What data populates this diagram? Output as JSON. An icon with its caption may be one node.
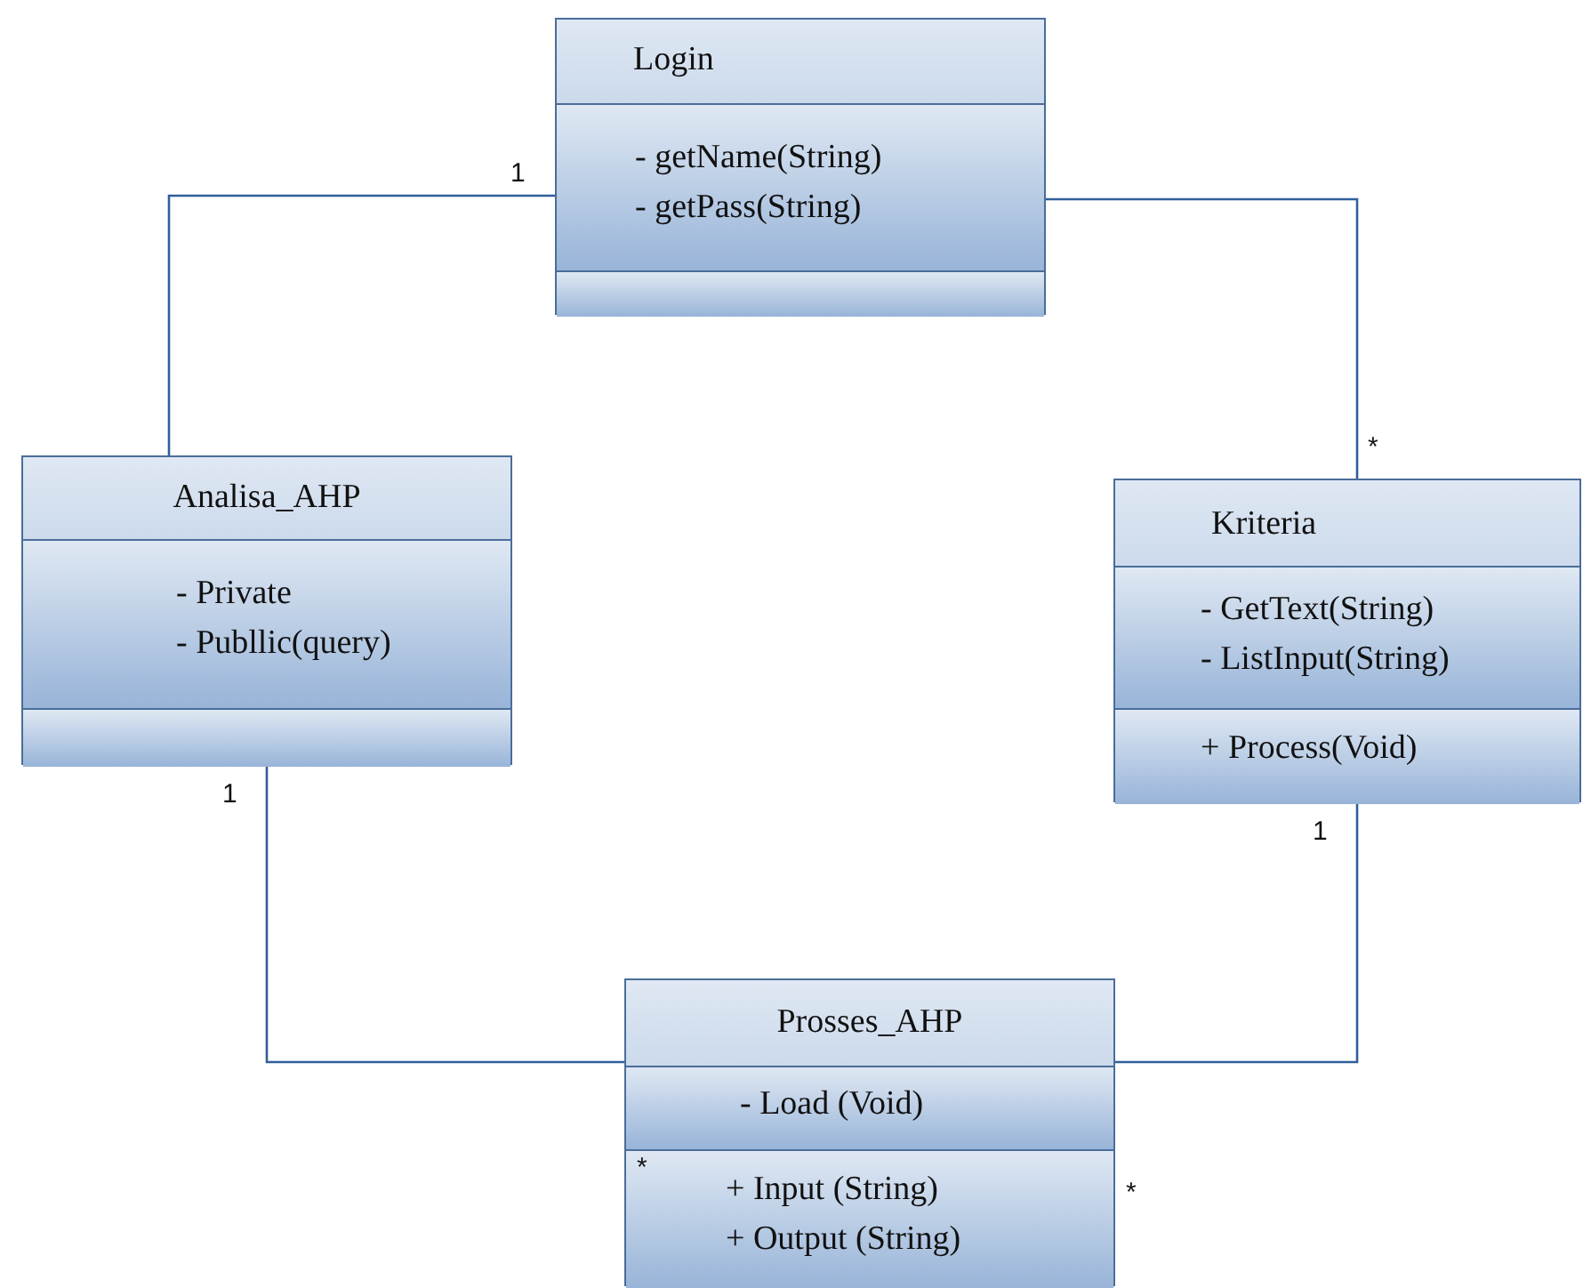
{
  "diagram": {
    "nodes": [
      {
        "text": [
          "Login"
        ]
      },
      {
        "text": [
          "- getName(String)",
          "- getPass(String)"
        ],
        "in": 0
      },
      {
        "text": [],
        "shape": "box",
        "in": 0
      },
      {
        "text": [
          "Analisa_AHP"
        ]
      },
      {
        "text": [
          "- Private",
          "- Publlic(query)"
        ],
        "in": 3
      },
      {
        "text": [],
        "shape": "box",
        "in": 3
      },
      {
        "text": [
          "Kriteria"
        ]
      },
      {
        "text": [
          "- GetText(String)",
          "- ListInput(String)"
        ],
        "in": 6
      },
      {
        "text": [
          "+ Process(Void)"
        ],
        "in": 6
      },
      {
        "text": [
          "Prosses_AHP"
        ]
      },
      {
        "text": [
          "- Load (Void)"
        ],
        "in": 9
      },
      {
        "text": [
          "+ Input (String)",
          "+ Output (String)"
        ],
        "in": 9
      }
    ],
    "edges": [
      {
        "from": 0,
        "to": 3,
        "arrow": "none"
      },
      {
        "from": 0,
        "to": 6,
        "arrow": "none"
      },
      {
        "from": 3,
        "to": 9,
        "arrow": "none"
      },
      {
        "from": 6,
        "to": 9,
        "arrow": "none"
      }
    ],
    "labels": [
      "1",
      "*",
      "1",
      "1",
      "*",
      "*"
    ]
  }
}
